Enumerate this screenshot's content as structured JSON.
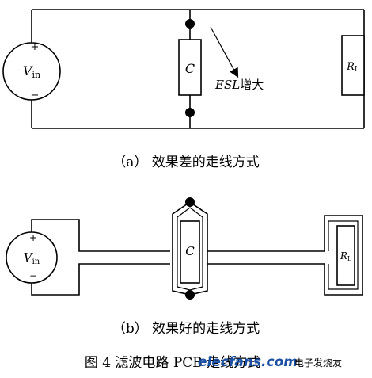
{
  "diagram_a": {
    "source_label_main": "V",
    "source_label_sub": "in",
    "source_plus": "+",
    "source_minus": "−",
    "capacitor_label": "C",
    "load_label_main": "R",
    "load_label_sub": "L",
    "annotation_italic": "ESL",
    "annotation_cjk": "增大",
    "caption": "（a）  效果差的走线方式"
  },
  "diagram_b": {
    "source_label_main": "V",
    "source_label_sub": "in",
    "source_plus": "+",
    "source_minus": "−",
    "capacitor_label": "C",
    "load_label_main": "R",
    "load_label_sub": "L",
    "caption": "（b）  效果好的走线方式"
  },
  "figure_caption": "图 4    滤波电路 PCB 走线方式",
  "watermark": {
    "site": "elecfans.com",
    "brand": "电子发烧友"
  }
}
